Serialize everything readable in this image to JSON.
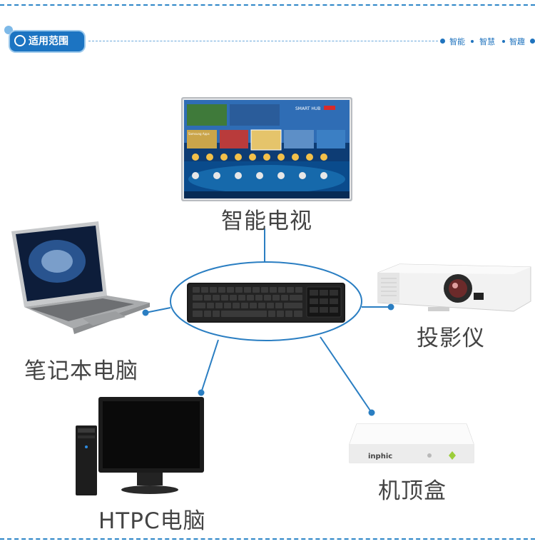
{
  "header": {
    "section_title": "适用范围",
    "slogans": [
      "智能",
      "智慧",
      "智趣"
    ]
  },
  "devices": {
    "tv": "智能电视",
    "projector": "投影仪",
    "laptop": "笔记本电脑",
    "htpc": "HTPC电脑",
    "settop": "机顶盒"
  },
  "tv_screen": {
    "hub_text": "SMART HUB",
    "apps_text": "Samsung Apps"
  },
  "settop_brand": "inphic",
  "colors": {
    "accent": "#1f73be",
    "line": "#2a7ec2",
    "label": "#444444"
  }
}
